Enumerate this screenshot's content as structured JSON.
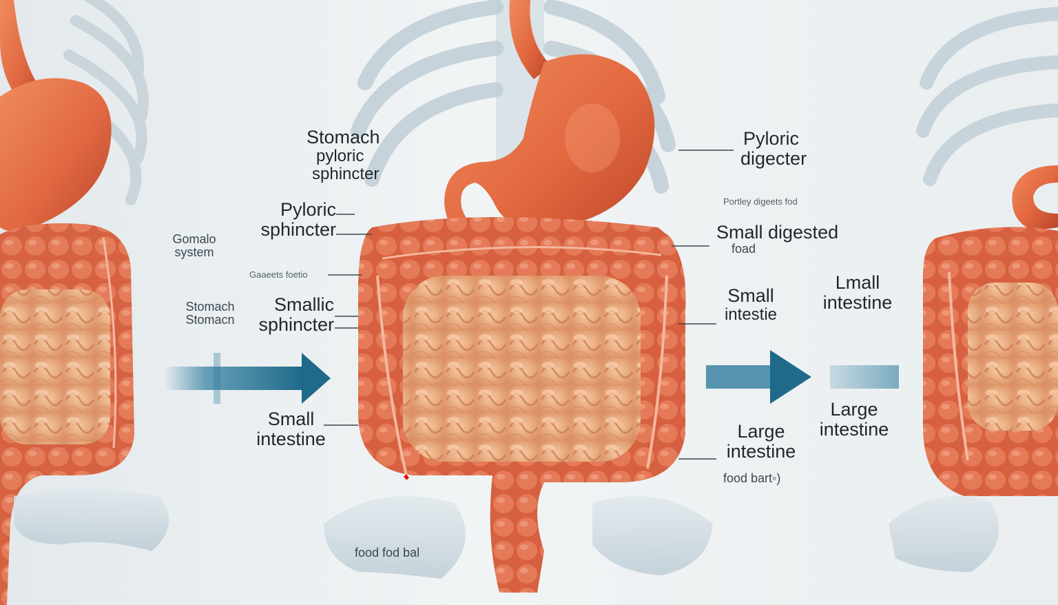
{
  "labels": {
    "stomach_pyloric": [
      "Stomach",
      "pyloric",
      "sphincter"
    ],
    "pyloric_sphincter": [
      "Pyloric",
      "sphincter"
    ],
    "gomalo_system": [
      "Gomalo",
      "system"
    ],
    "gastric_note": "Gaaeets foetio",
    "stomach_stomach": [
      "Stomach",
      "Stomacn"
    ],
    "smallic_sphincter": [
      "Smallic",
      "sphincter"
    ],
    "small_intestine_left": [
      "Small",
      "intestine"
    ],
    "food_bottom": "food fod bal",
    "pyloric_digester": [
      "Pyloric",
      "digecter"
    ],
    "partly_digested": "Portley digeets fod",
    "small_digested": [
      "Small digested",
      "foad"
    ],
    "small_intestie": [
      "Small",
      "intestie"
    ],
    "lmall_intestine": [
      "Lmall",
      "intestine"
    ],
    "large_intestine_center": [
      "Large",
      "intestine"
    ],
    "food_bart": "food bart◦)",
    "large_intestine_right": [
      "Large",
      "intestine"
    ]
  },
  "colors": {
    "organ": "#e2673f",
    "organ_dark": "#b84428",
    "colon": "#d9694a",
    "small_intestine": "#f0b07e",
    "bone": "#c9d6de",
    "arrow": "#2f7d9d"
  }
}
